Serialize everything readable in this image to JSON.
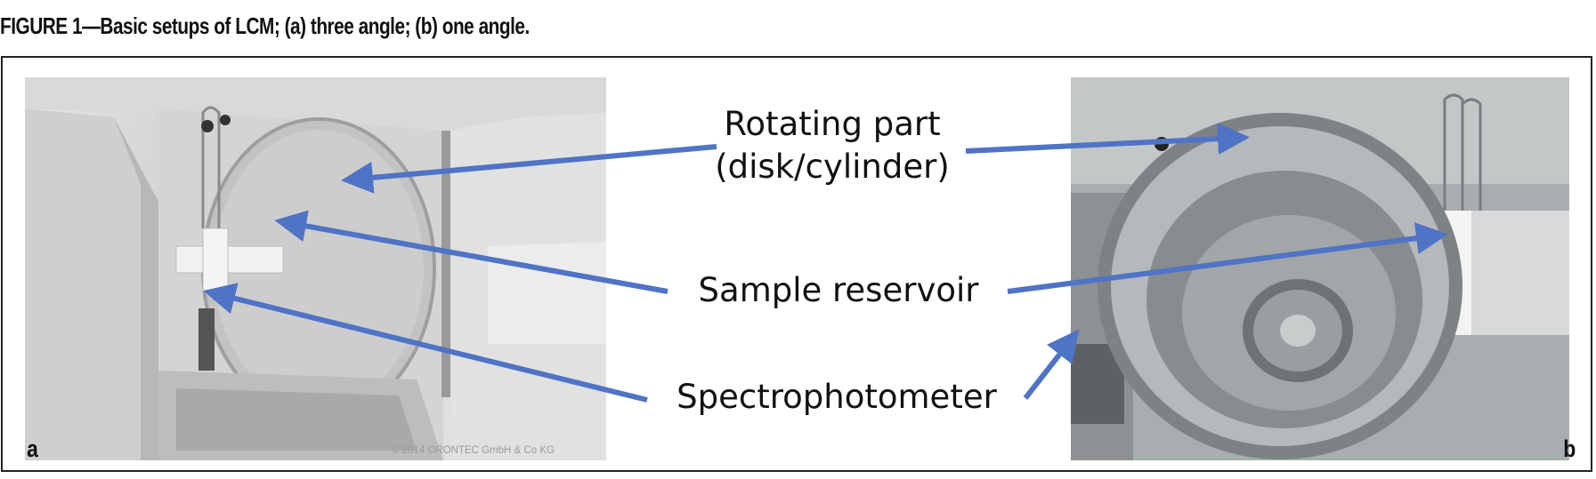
{
  "figure": {
    "caption": "FIGURE 1—Basic setups of LCM; (a) three angle; (b) one angle."
  },
  "panels": {
    "a": {
      "letter": "a",
      "copyright": "© 2014 ORONTEC GmbH & Co KG"
    },
    "b": {
      "letter": "b"
    }
  },
  "labels": {
    "rotating_line1": "Rotating part",
    "rotating_line2": "(disk/cylinder)",
    "sample": "Sample reservoir",
    "spectro": "Spectrophotometer"
  },
  "colors": {
    "arrow": "#4f73c5",
    "frame": "#222222"
  }
}
